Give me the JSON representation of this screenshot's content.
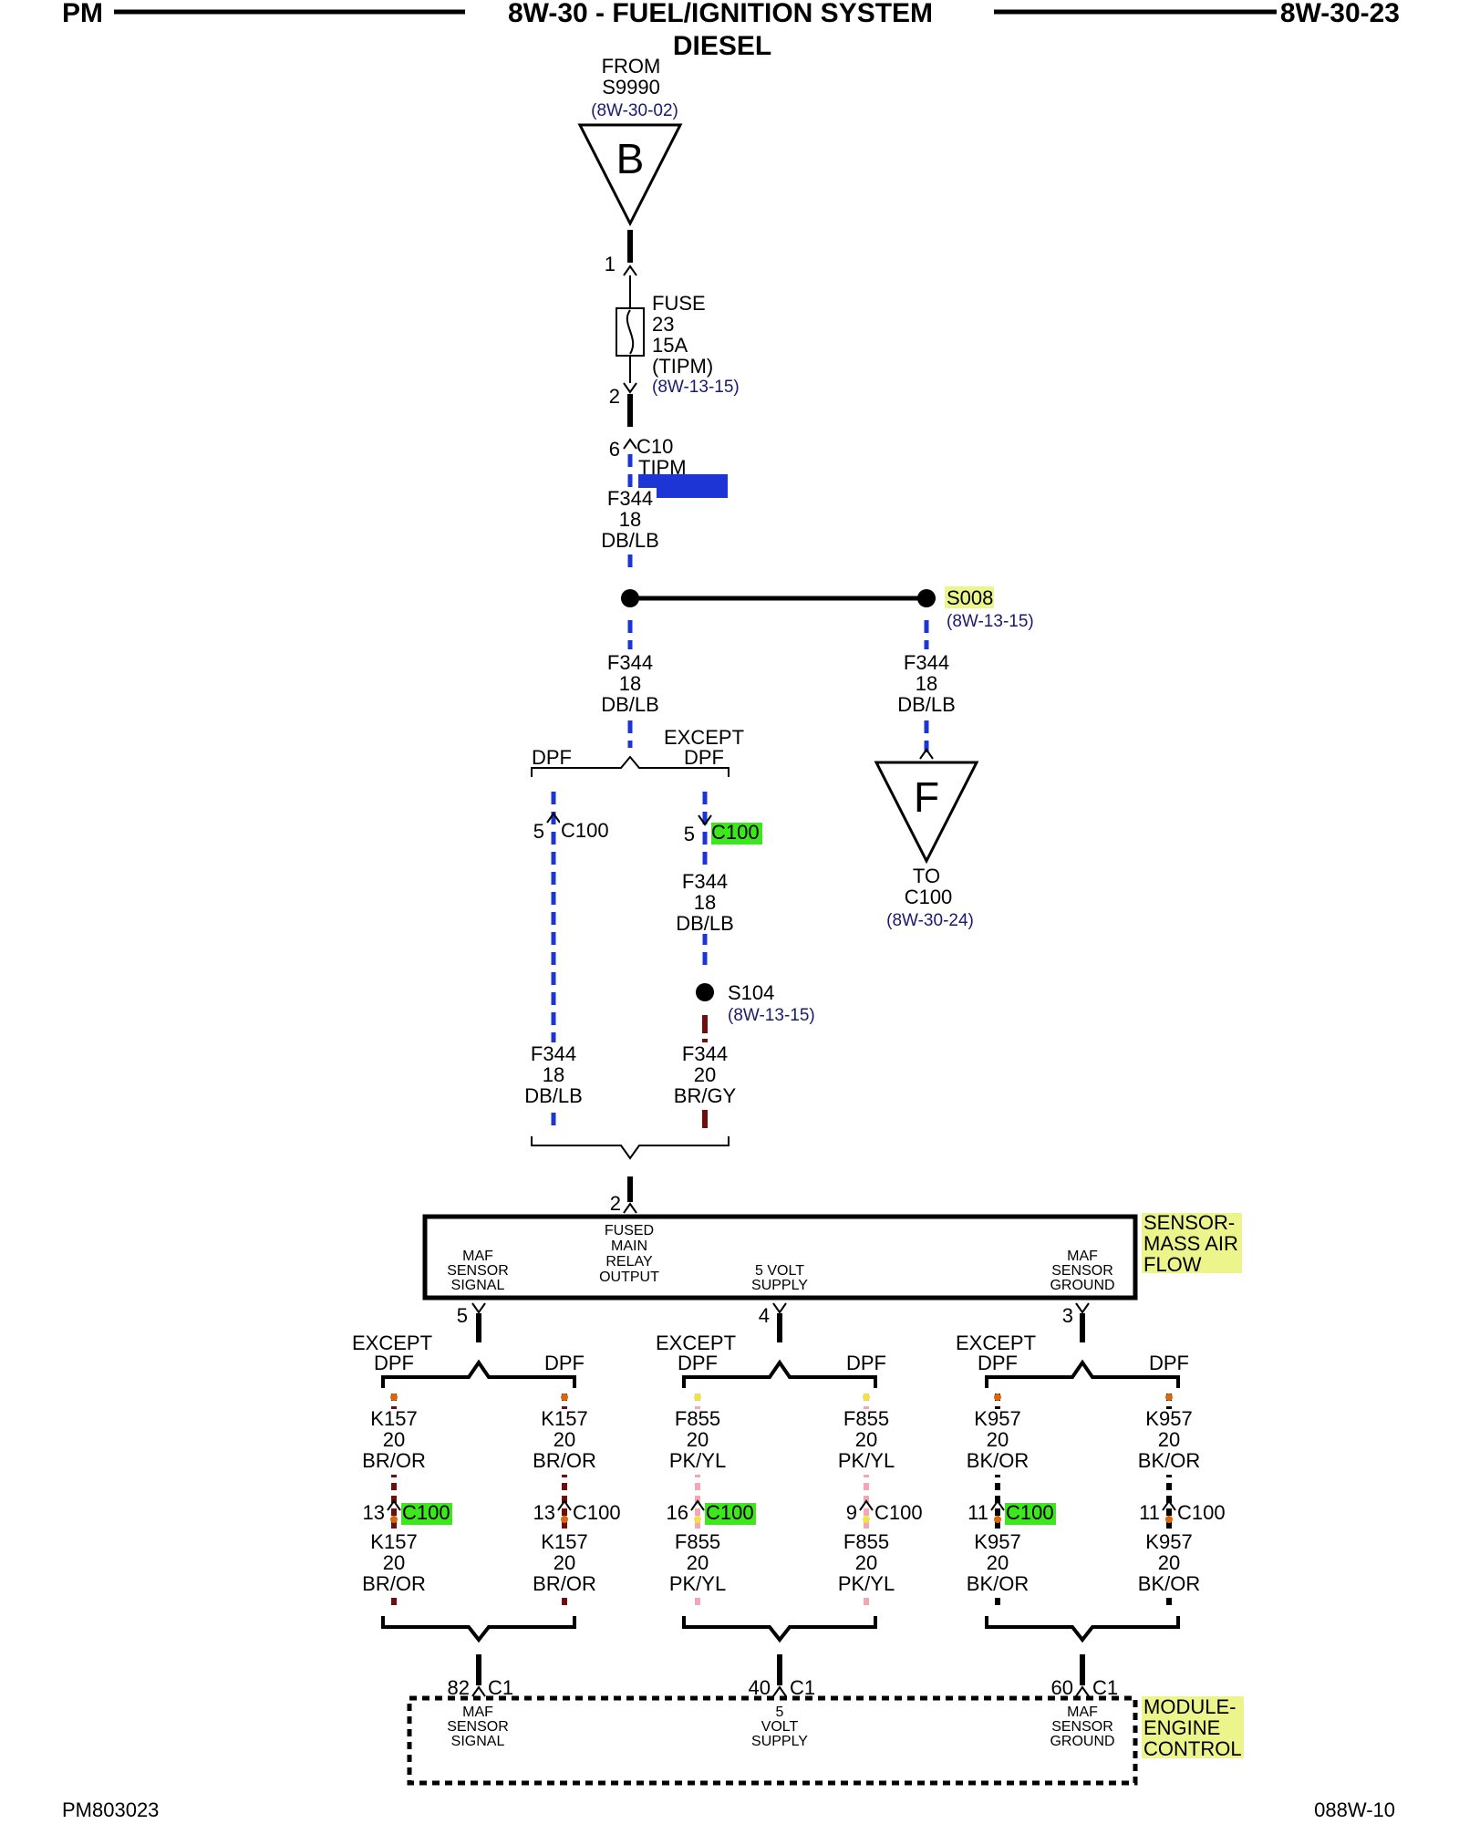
{
  "header": {
    "left": "PM",
    "title": "8W-30 - FUEL/IGNITION SYSTEM",
    "subtitle": "DIESEL",
    "page": "8W-30-23"
  },
  "footer": {
    "left": "PM803023",
    "right": "088W-10"
  },
  "colors": {
    "blue": "#1e35d6",
    "brown": "#6b0f0f",
    "pink": "#f4a6b4",
    "orange": "#d8680e",
    "yellow": "#f2e24a",
    "highlight_green": "#3ee61e",
    "highlight_yellow": "#ecf58c"
  },
  "source": {
    "from": "FROM",
    "splice": "S9990",
    "ref": "(8W-30-02)",
    "letter": "B"
  },
  "fuse": {
    "pin_in": "1",
    "pin_out": "2",
    "label": "FUSE",
    "number": "23",
    "rating": "15A",
    "location": "(TIPM)",
    "ref": "(8W-13-15)"
  },
  "c10": {
    "pin": "6",
    "name": "C10",
    "module": "TIPM"
  },
  "wires": {
    "f344_db": {
      "circuit": "F344",
      "gauge": "18",
      "color": "DB/LB"
    },
    "f344_br": {
      "circuit": "F344",
      "gauge": "20",
      "color": "BR/GY"
    },
    "k157": {
      "circuit": "K157",
      "gauge": "20",
      "color": "BR/OR"
    },
    "f855": {
      "circuit": "F855",
      "gauge": "20",
      "color": "PK/YL"
    },
    "k957": {
      "circuit": "K957",
      "gauge": "20",
      "color": "BK/OR"
    }
  },
  "splices": {
    "s008": {
      "name": "S008",
      "ref": "(8W-13-15)"
    },
    "s104": {
      "name": "S104",
      "ref": "(8W-13-15)"
    }
  },
  "branch": {
    "dpf": "DPF",
    "except": "EXCEPT",
    "except_dpf": "DPF"
  },
  "connector_c100": {
    "name": "C100"
  },
  "pins": {
    "c100_dpf": "5",
    "c100_except": "5",
    "k157": "13",
    "f855_except": "16",
    "f855_dpf": "9",
    "k957": "11",
    "mass_in": "2",
    "mass_out_1": "5",
    "mass_out_2": "4",
    "mass_out_3": "3",
    "ecm_1": "82",
    "ecm_2": "40",
    "ecm_3": "60"
  },
  "offpage_f": {
    "letter": "F",
    "to": "TO",
    "connector": "C100",
    "ref": "(8W-30-24)"
  },
  "sensor": {
    "name_1": "SENSOR-",
    "name_2": "MASS AIR",
    "name_3": "FLOW",
    "fused_1": "FUSED",
    "fused_2": "MAIN",
    "fused_3": "RELAY",
    "fused_4": "OUTPUT",
    "maf_1": "MAF",
    "maf_2": "SENSOR",
    "maf_3": "SIGNAL",
    "volt_1": "5 VOLT",
    "volt_2": "SUPPLY",
    "gnd_1": "MAF",
    "gnd_2": "SENSOR",
    "gnd_3": "GROUND"
  },
  "ecm": {
    "connector": "C1",
    "name_1": "MODULE-",
    "name_2": "ENGINE",
    "name_3": "CONTROL",
    "sig_1": "MAF",
    "sig_2": "SENSOR",
    "sig_3": "SIGNAL",
    "sup_1": "5",
    "sup_2": "VOLT",
    "sup_3": "SUPPLY",
    "gnd_1": "MAF",
    "gnd_2": "SENSOR",
    "gnd_3": "GROUND"
  }
}
